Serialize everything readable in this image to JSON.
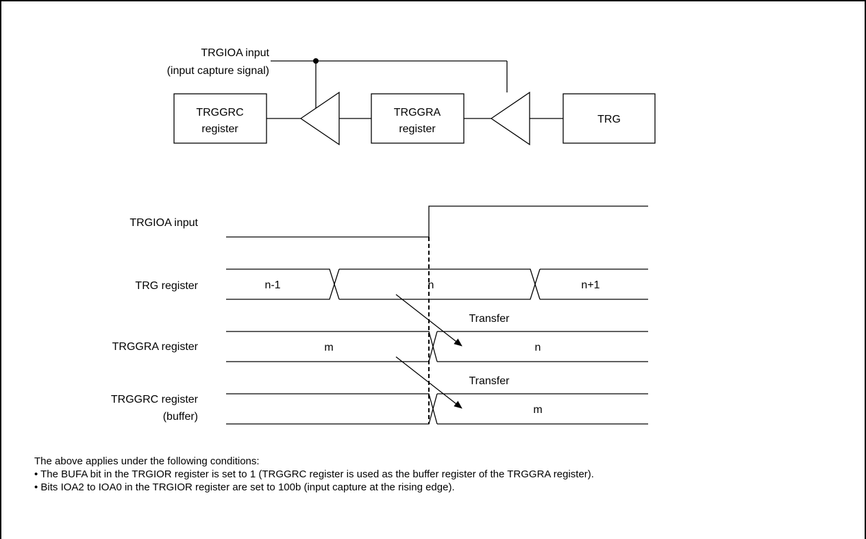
{
  "block_diagram": {
    "input_label_line1": "TRGIOA input",
    "input_label_line2": "(input capture signal)",
    "trggrc_box_line1": "TRGGRC",
    "trggrc_box_line2": "register",
    "trggra_box_line1": "TRGGRA",
    "trggra_box_line2": "register",
    "trg_box": "TRG"
  },
  "timing": {
    "trgioa_label": "TRGIOA input",
    "trg_label": "TRG register",
    "trggra_label": "TRGGRA register",
    "trggrc_label_line1": "TRGGRC register",
    "trggrc_label_line2": "(buffer)",
    "trg_values": [
      "n-1",
      "n",
      "n+1"
    ],
    "trggra_values": [
      "m",
      "n"
    ],
    "trggrc_values": [
      "m"
    ],
    "transfer_label_1": "Transfer",
    "transfer_label_2": "Transfer"
  },
  "notes": {
    "intro": "The above applies under the following conditions:",
    "bullet1": "• The BUFA bit in the TRGIOR register is set to 1 (TRGGRC register is used as the buffer register of the TRGGRA register).",
    "bullet2": "• Bits IOA2 to IOA0 in the TRGIOR register are set to 100b (input capture at the rising edge)."
  }
}
